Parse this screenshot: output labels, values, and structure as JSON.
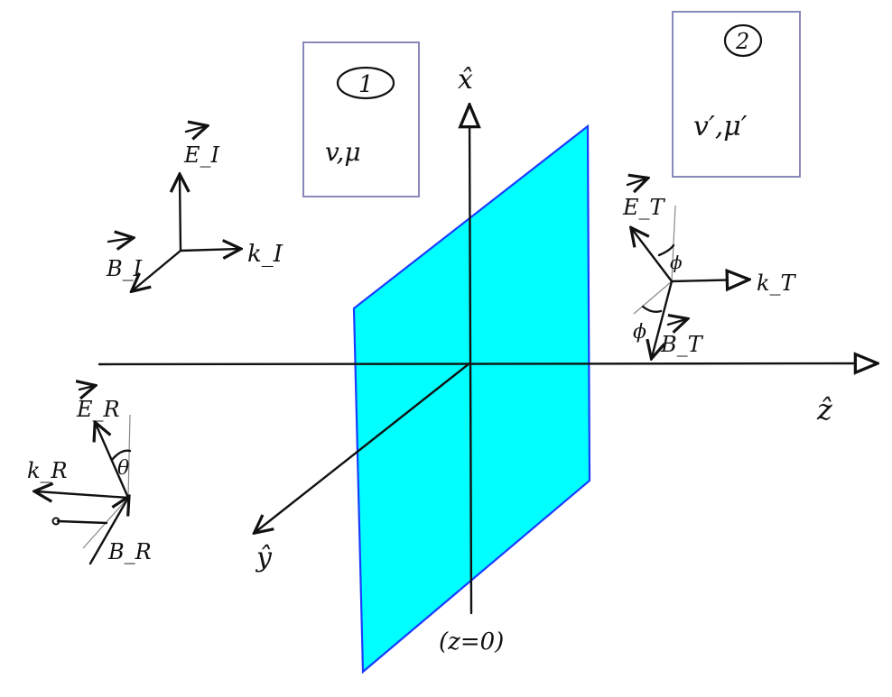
{
  "colors": {
    "ink": "#111111",
    "plane_fill": "#00ffff",
    "plane_edge": "#1a3cff",
    "box_border": "#8888bb",
    "guide": "#888888"
  },
  "axes": {
    "x_label": "x̂",
    "y_label": "ŷ",
    "z_label": "ẑ",
    "plane_label": "(z=0)"
  },
  "regions": {
    "region1": {
      "number": "1",
      "params": "v,μ"
    },
    "region2": {
      "number": "2",
      "params": "v′,μ′"
    }
  },
  "incident": {
    "E_label": "E_I",
    "B_label": "B_I",
    "k_label": "k_I"
  },
  "reflected": {
    "E_label": "E_R",
    "B_label": "B_R",
    "k_label": "k_R",
    "angle_label": "θ"
  },
  "transmitted": {
    "E_label": "E_T",
    "B_label": "B_T",
    "k_label": "k_T",
    "angle_label": "ϕ"
  }
}
